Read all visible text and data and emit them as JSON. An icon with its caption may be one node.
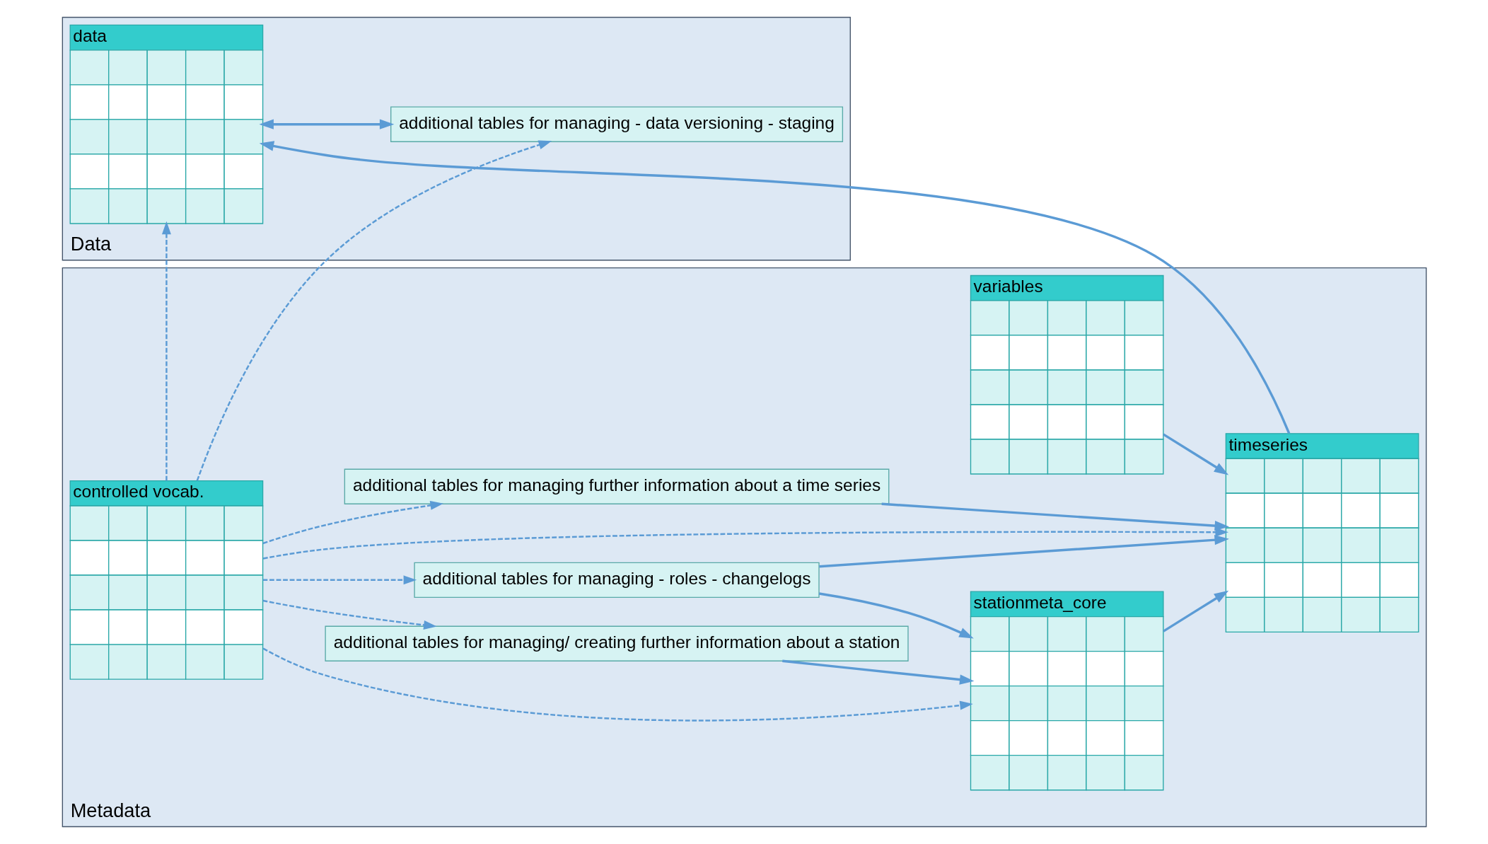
{
  "diagram": {
    "nodes": [
      {
        "text": [
          "Metadata"
        ]
      },
      {
        "text": [
          "variables"
        ],
        "in": 0
      },
      {
        "text": [
          "stationmeta_core"
        ],
        "in": 0
      },
      {
        "text": [
          "additional tables for managing/ creating further information about a station"
        ],
        "in": 0
      },
      {
        "text": [
          "additional tables for managing - roles - changelogs"
        ],
        "in": 0
      },
      {
        "text": [
          "timeseries"
        ],
        "in": 0
      },
      {
        "text": [
          "additional tables for managing further information about a time series"
        ],
        "in": 0
      },
      {
        "text": [
          "controlled vocab."
        ],
        "in": 0
      },
      {
        "text": [
          "Data"
        ]
      },
      {
        "text": [
          "data"
        ],
        "in": 8
      },
      {
        "text": [
          "additional tables for managing - data versioning - staging"
        ],
        "in": 8
      }
    ],
    "edges": [
      {
        "from": 1,
        "to": 5,
        "arrow": "to"
      },
      {
        "from": 2,
        "to": 5,
        "arrow": "to"
      },
      {
        "from": 3,
        "to": 2,
        "arrow": "to"
      },
      {
        "from": 4,
        "to": 2,
        "arrow": "to"
      },
      {
        "from": 4,
        "to": 5,
        "arrow": "to"
      },
      {
        "from": 6,
        "to": 5,
        "arrow": "to"
      },
      {
        "from": 5,
        "to": 9,
        "arrow": "to"
      },
      {
        "from": 9,
        "to": 10,
        "arrow": "both"
      },
      {
        "from": 7,
        "to": 3,
        "arrow": "to",
        "style": "dashed"
      },
      {
        "from": 7,
        "to": 4,
        "arrow": "to",
        "style": "dashed"
      },
      {
        "from": 7,
        "to": 2,
        "arrow": "to",
        "style": "dashed"
      },
      {
        "from": 7,
        "to": 6,
        "arrow": "to",
        "style": "dashed"
      },
      {
        "from": 7,
        "to": 5,
        "arrow": "to",
        "style": "dashed"
      },
      {
        "from": 7,
        "to": 10,
        "arrow": "to",
        "style": "dashed"
      },
      {
        "from": 7,
        "to": 9,
        "arrow": "to",
        "style": "dashed"
      }
    ]
  }
}
